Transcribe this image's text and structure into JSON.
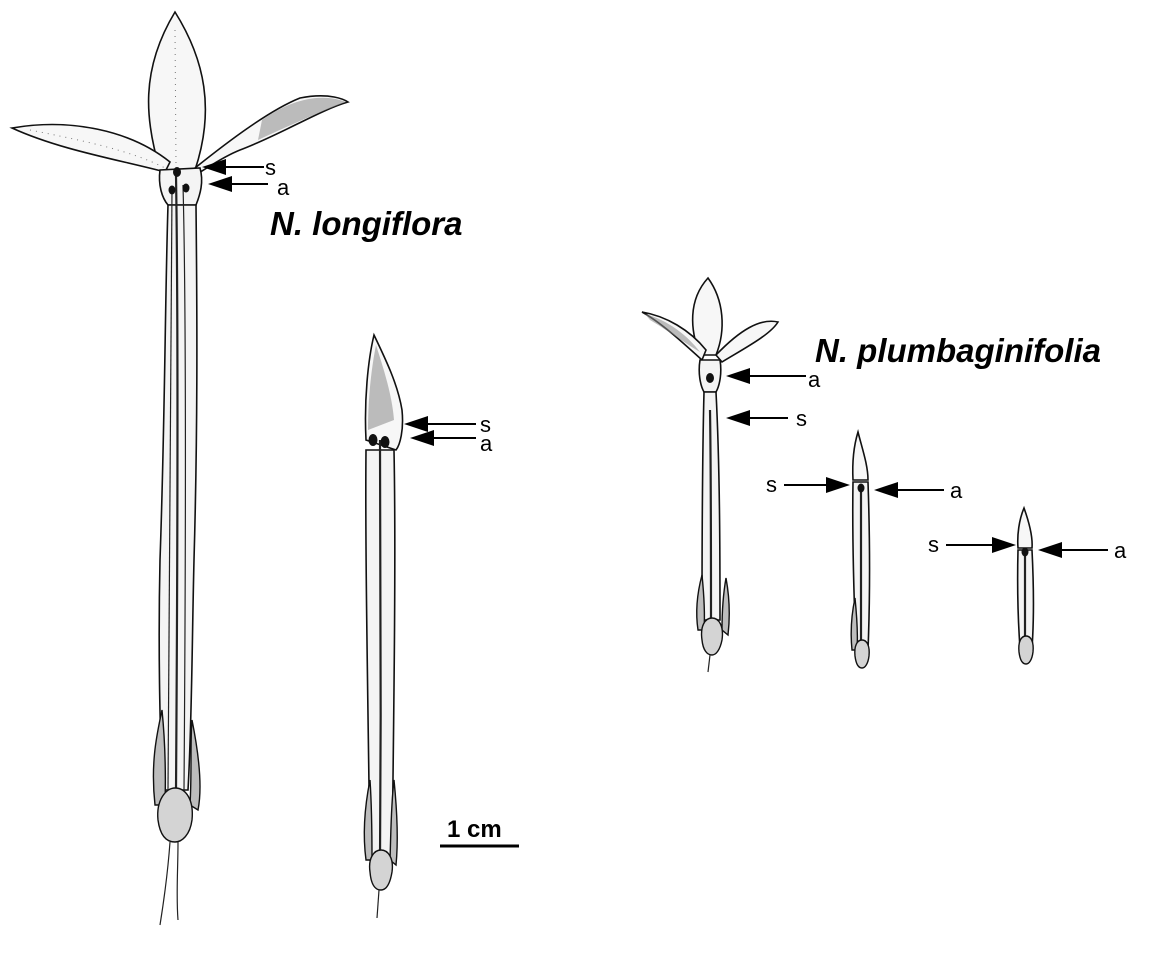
{
  "figure": {
    "species_longiflora": "N. longiflora",
    "species_plumbaginifolia": "N. plumbaginifolia",
    "scale_bar_label": "1 cm",
    "label_stigma": "s",
    "label_anther": "a"
  }
}
